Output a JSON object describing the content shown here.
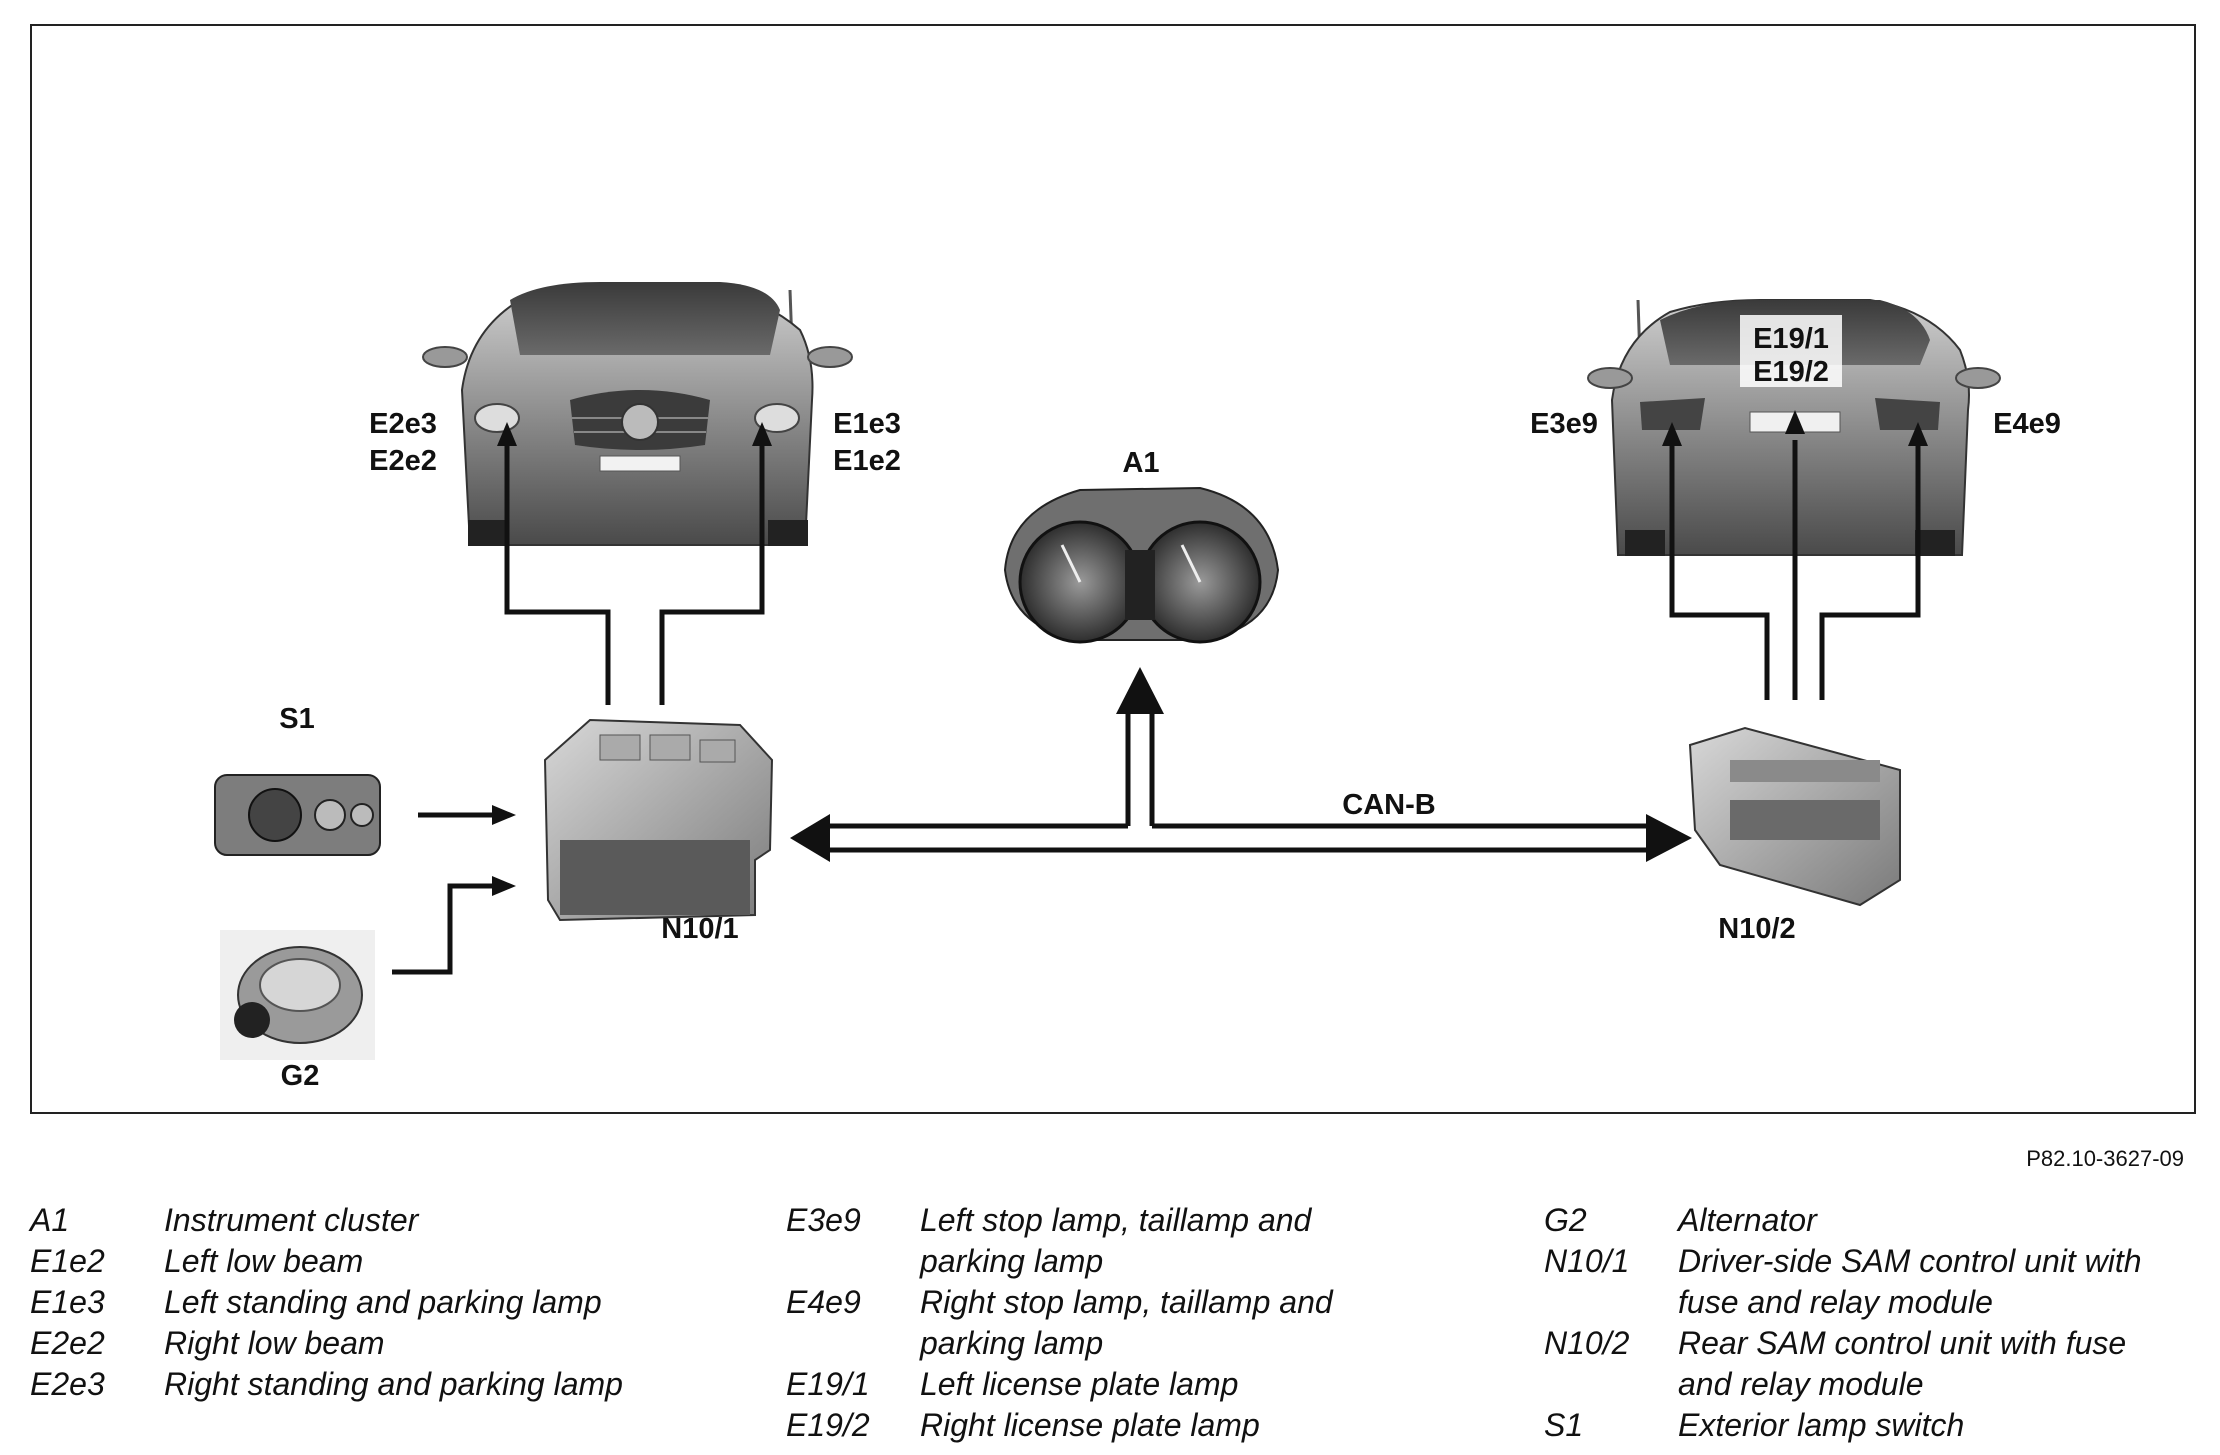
{
  "figure_ref": "P82.10-3627-09",
  "bus_label": "CAN-B",
  "labels": {
    "a1": "A1",
    "s1": "S1",
    "g2": "G2",
    "n10_1": "N10/1",
    "n10_2": "N10/2",
    "e2e3": "E2e3",
    "e2e2": "E2e2",
    "e1e3": "E1e3",
    "e1e2": "E1e2",
    "e3e9": "E3e9",
    "e4e9": "E4e9",
    "e19_1": "E19/1",
    "e19_2": "E19/2"
  },
  "legend": {
    "col1": [
      {
        "code": "A1",
        "desc": "Instrument cluster"
      },
      {
        "code": "E1e2",
        "desc": "Left low beam"
      },
      {
        "code": "E1e3",
        "desc": "Left standing and parking lamp"
      },
      {
        "code": "E2e2",
        "desc": "Right low beam"
      },
      {
        "code": "E2e3",
        "desc": "Right standing and parking lamp"
      }
    ],
    "col2": [
      {
        "code": "E3e9",
        "desc": "Left stop lamp, taillamp and\nparking lamp"
      },
      {
        "code": "E4e9",
        "desc": "Right stop lamp, taillamp and\nparking lamp"
      },
      {
        "code": "E19/1",
        "desc": "Left license plate lamp"
      },
      {
        "code": "E19/2",
        "desc": "Right license plate lamp"
      }
    ],
    "col3": [
      {
        "code": "G2",
        "desc": "Alternator"
      },
      {
        "code": "N10/1",
        "desc": "Driver-side SAM control unit with\nfuse and relay module"
      },
      {
        "code": "N10/2",
        "desc": "Rear SAM control unit with fuse\nand relay module"
      },
      {
        "code": "S1",
        "desc": "Exterior lamp switch"
      }
    ]
  }
}
